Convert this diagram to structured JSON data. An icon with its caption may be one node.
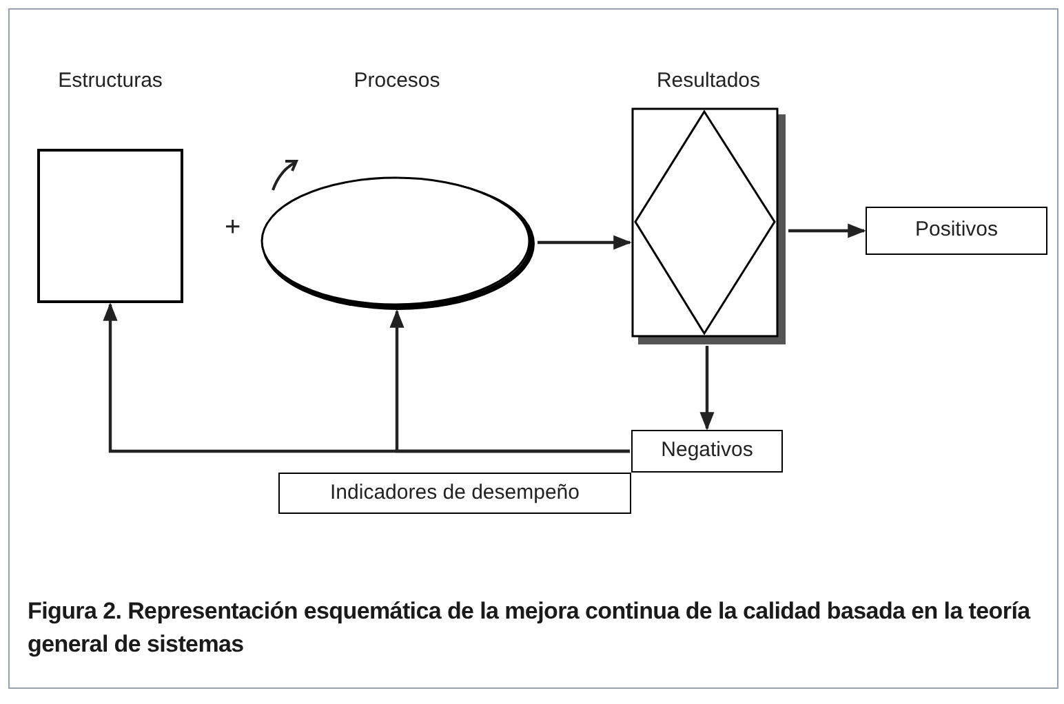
{
  "diagram": {
    "caption": "Figura 2. Representación esquemática de la mejora continua de la calidad basada en la teoría general de sistemas",
    "nodes": [
      {
        "text": [
          "Estructuras"
        ]
      },
      {
        "text": [
          "Procesos"
        ]
      },
      {
        "text": [
          "Resultados"
        ]
      },
      {
        "text": [
          "Positivos"
        ]
      },
      {
        "text": [
          "Negativos"
        ]
      },
      {
        "text": [
          "Indicadores de desempeño"
        ]
      }
    ],
    "edges": [
      {
        "from": 1,
        "to": 2,
        "arrow": "to"
      },
      {
        "from": 2,
        "to": 3,
        "arrow": "to"
      },
      {
        "from": 2,
        "to": 4,
        "arrow": "to"
      },
      {
        "from": 4,
        "to": 0,
        "arrow": "to"
      },
      {
        "from": 4,
        "to": 1,
        "arrow": "to"
      }
    ],
    "labels": [
      "+"
    ]
  }
}
